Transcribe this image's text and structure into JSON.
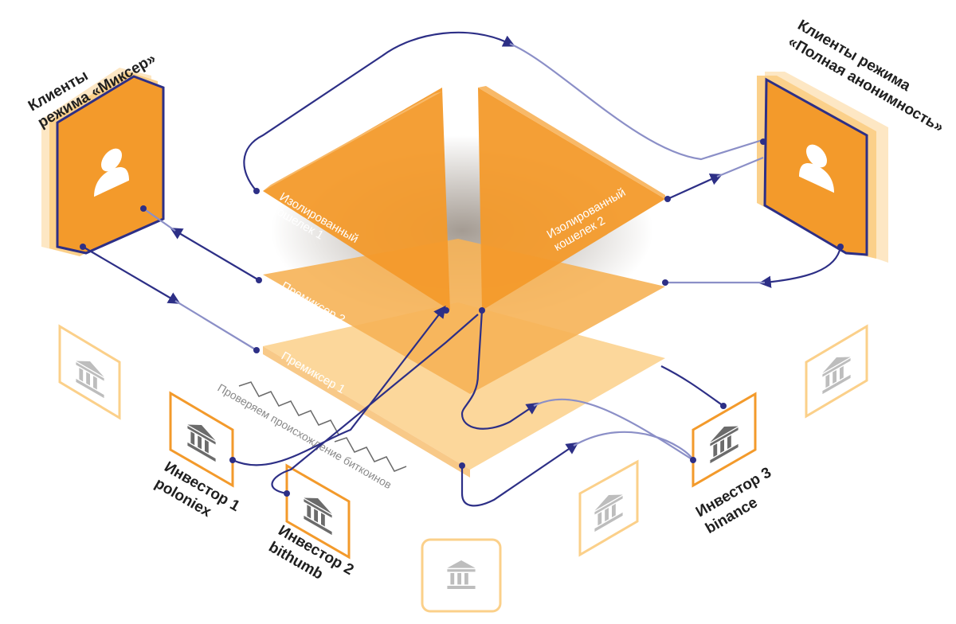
{
  "colors": {
    "orange": "#f39a2b",
    "orange_light": "#fbd08a",
    "orange_pale": "#fde7c4",
    "navy": "#2d2f86",
    "navy_light": "#8b8fc7",
    "bank_gray": "#9a9a9a"
  },
  "clients_mixer": {
    "line1": "Клиенты",
    "line2": "режима «Миксер»",
    "icon": "user-icon"
  },
  "clients_anon": {
    "line1": "Клиенты режима",
    "line2": "«Полная анонимность»",
    "icon": "user-icon"
  },
  "layers": {
    "wallet1": {
      "line1": "Изолированный",
      "line2": "кошелек 1"
    },
    "wallet2": {
      "line1": "Изолированный",
      "line2": "кошелек 2"
    },
    "premixer2": "Премиксер 2",
    "premixer1": "Премиксер 1"
  },
  "check_note": {
    "line1": "Проверяем происхождение биткоинов"
  },
  "investors": [
    {
      "name": "Инвестор 1",
      "exchange": "poloniex",
      "icon": "bank-icon"
    },
    {
      "name": "Инвестор 2",
      "exchange": "bithumb",
      "icon": "bank-icon"
    },
    {
      "name": "Инвестор 3",
      "exchange": "binance",
      "icon": "bank-icon"
    }
  ]
}
